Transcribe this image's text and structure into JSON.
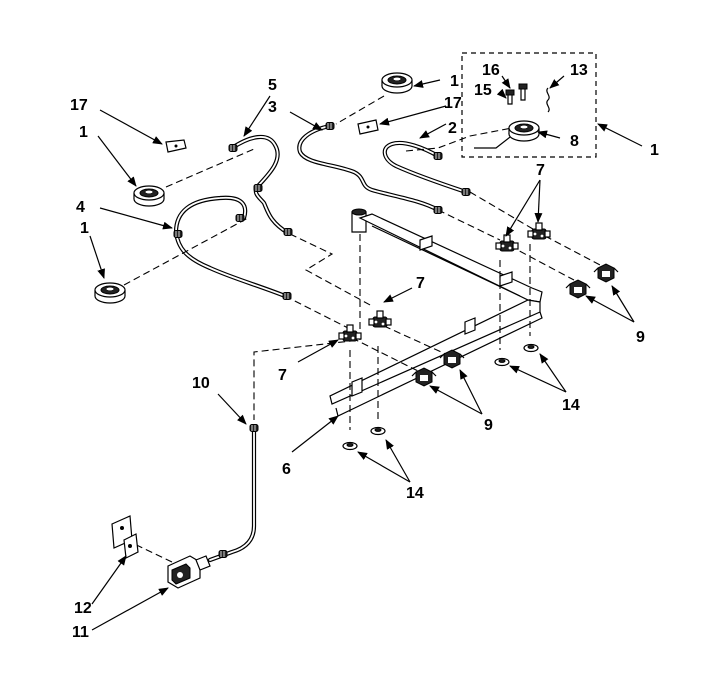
{
  "callouts": [
    {
      "id": "c1a",
      "text": "1"
    },
    {
      "id": "c1b",
      "text": "1"
    },
    {
      "id": "c1c",
      "text": "1"
    },
    {
      "id": "c1d",
      "text": "1"
    },
    {
      "id": "c2",
      "text": "2"
    },
    {
      "id": "c3",
      "text": "3"
    },
    {
      "id": "c4",
      "text": "4"
    },
    {
      "id": "c5",
      "text": "5"
    },
    {
      "id": "c6",
      "text": "6"
    },
    {
      "id": "c7a",
      "text": "7"
    },
    {
      "id": "c7b",
      "text": "7"
    },
    {
      "id": "c7c",
      "text": "7"
    },
    {
      "id": "c8",
      "text": "8"
    },
    {
      "id": "c9a",
      "text": "9"
    },
    {
      "id": "c9b",
      "text": "9"
    },
    {
      "id": "c10",
      "text": "10"
    },
    {
      "id": "c11",
      "text": "11"
    },
    {
      "id": "c12",
      "text": "12"
    },
    {
      "id": "c13",
      "text": "13"
    },
    {
      "id": "c14a",
      "text": "14"
    },
    {
      "id": "c14b",
      "text": "14"
    },
    {
      "id": "c15",
      "text": "15"
    },
    {
      "id": "c16",
      "text": "16"
    },
    {
      "id": "c17a",
      "text": "17"
    },
    {
      "id": "c17b",
      "text": "17"
    }
  ]
}
